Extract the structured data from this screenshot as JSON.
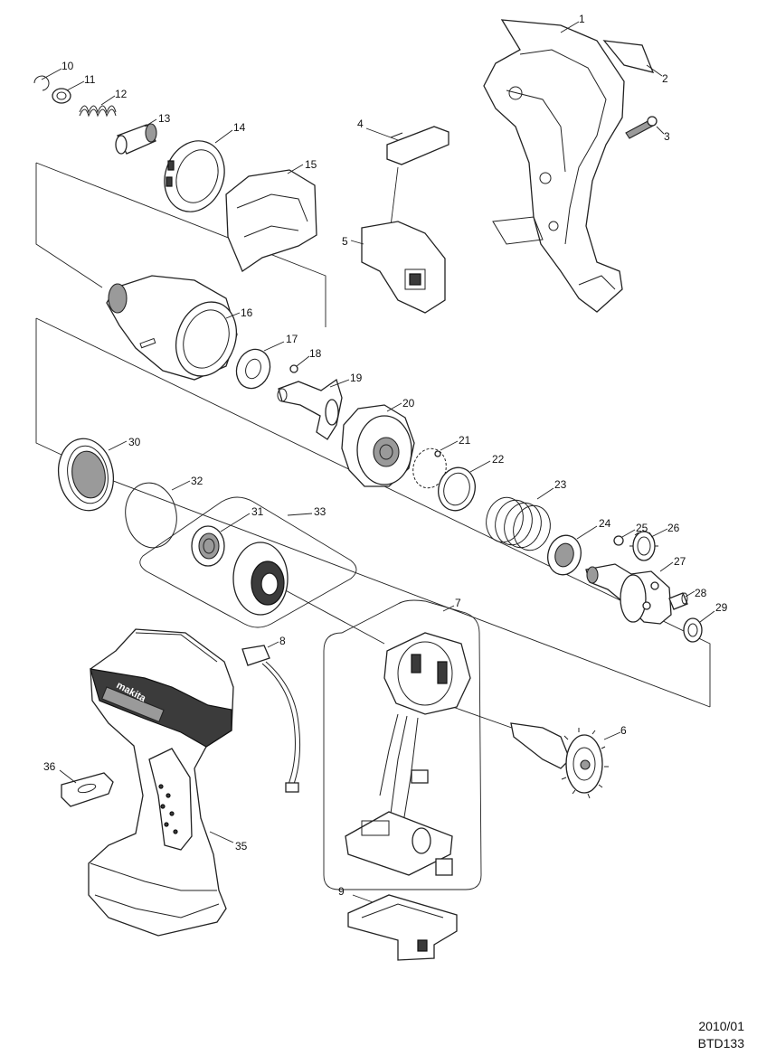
{
  "parts": {
    "p1": "1",
    "p2": "2",
    "p3": "3",
    "p4": "4",
    "p5": "5",
    "p6": "6",
    "p7": "7",
    "p8": "8",
    "p9": "9",
    "p10": "10",
    "p11": "11",
    "p12": "12",
    "p13": "13",
    "p14": "14",
    "p15": "15",
    "p16": "16",
    "p17": "17",
    "p18": "18",
    "p19": "19",
    "p20": "20",
    "p21": "21",
    "p22": "22",
    "p23": "23",
    "p24": "24",
    "p25": "25",
    "p26": "26",
    "p27": "27",
    "p28": "28",
    "p29": "29",
    "p30": "30",
    "p31": "31",
    "p32": "32",
    "p33": "33",
    "p35": "35",
    "p36": "36"
  },
  "tool_branding": "makita",
  "footer": {
    "date": "2010/01",
    "model": "BTD133"
  }
}
